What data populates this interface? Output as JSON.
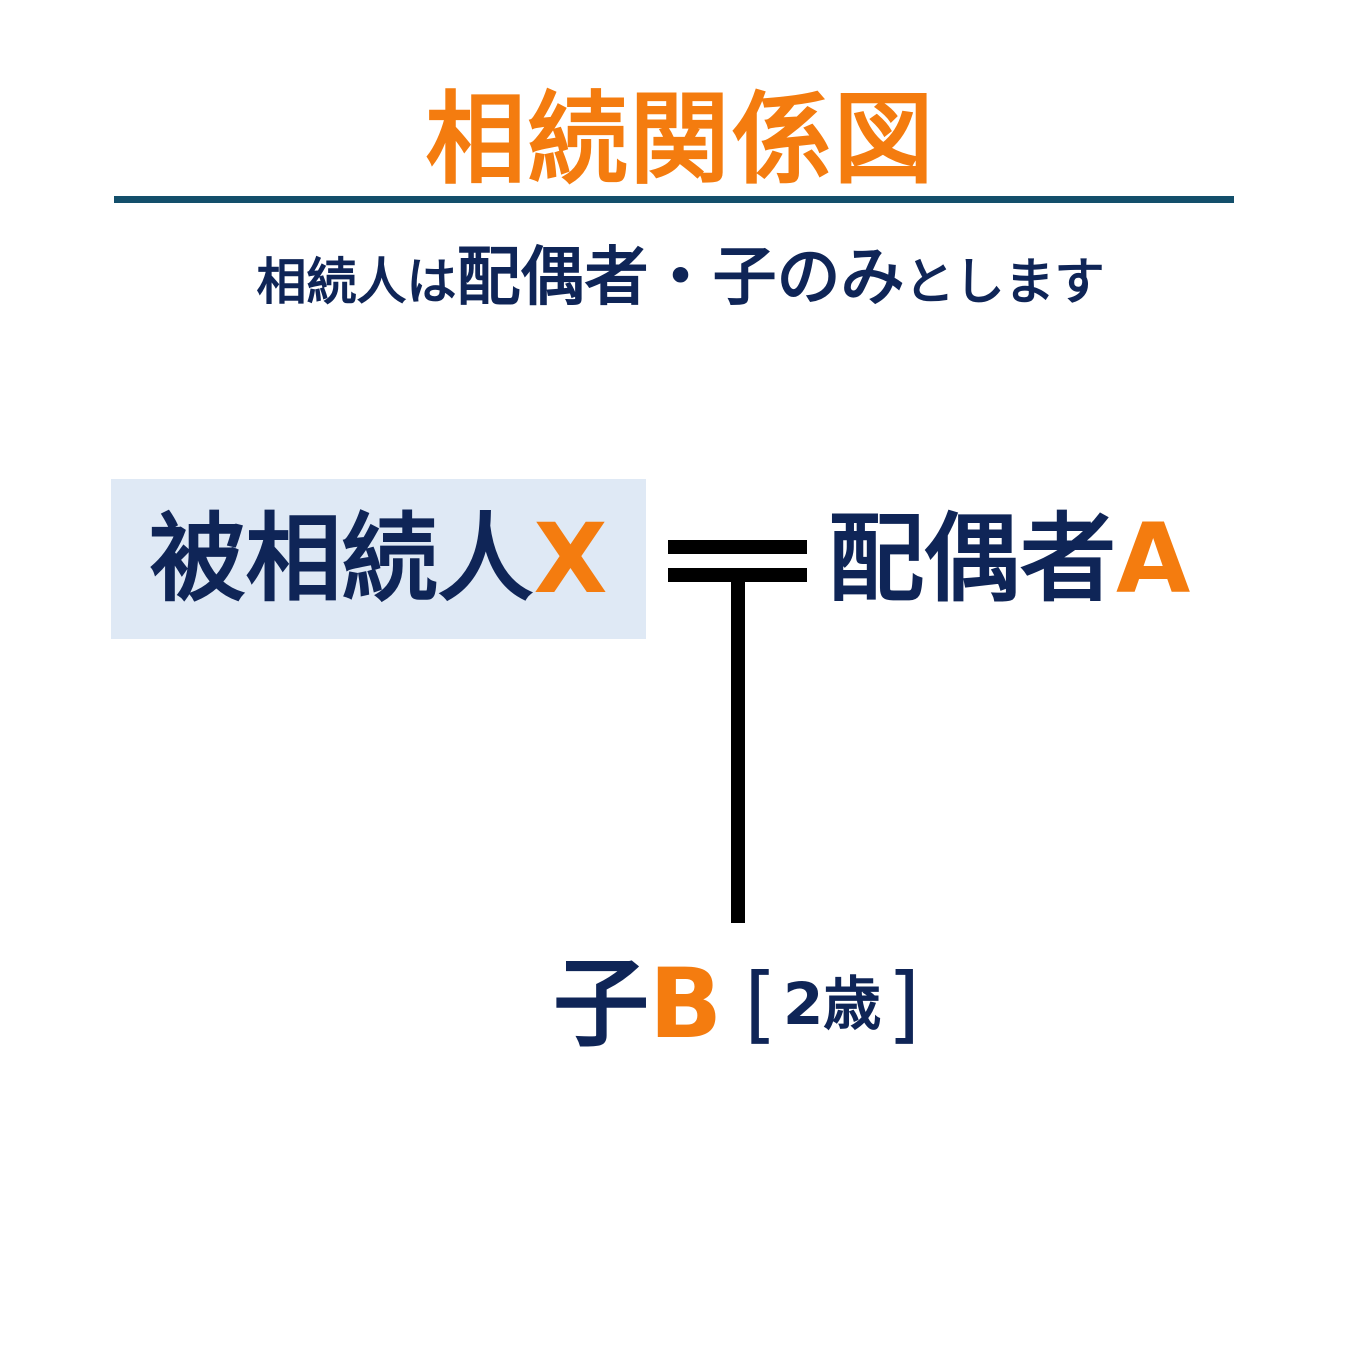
{
  "title": "相続関係図",
  "subtitle": {
    "part1": "相続人は",
    "part2": "配偶者・子のみ",
    "part3": "とします"
  },
  "people": {
    "decedent": {
      "label": "被相続人",
      "letter": "X"
    },
    "spouse": {
      "label": "配偶者",
      "letter": "A"
    },
    "child": {
      "label": "子",
      "letter": "B",
      "age": "2歳",
      "bracket_open": "[",
      "bracket_close": "]"
    }
  },
  "colors": {
    "navy": "#0f2557",
    "orange": "#f47c0f",
    "rule": "#134f6b",
    "highlight": "#dfe9f5",
    "line": "#000000"
  }
}
